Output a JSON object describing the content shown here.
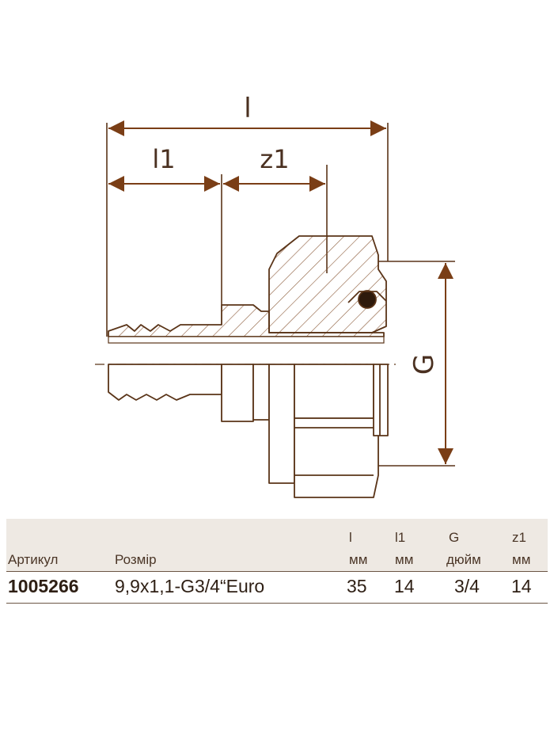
{
  "dimension_labels": {
    "l": "l",
    "l1": "l1",
    "z1": "z1",
    "G": "G"
  },
  "colors": {
    "outline": "#5a3418",
    "arrow": "#7a3e16",
    "hatch": "#8a5a38",
    "table_band": "#eee9e3"
  },
  "table": {
    "headers": {
      "article": "Артикул",
      "size": "Розмір",
      "l": {
        "name": "l",
        "unit": "мм"
      },
      "l1": {
        "name": "l1",
        "unit": "мм"
      },
      "G": {
        "name": "G",
        "unit": "дюйм"
      },
      "z1": {
        "name": "z1",
        "unit": "мм"
      }
    },
    "row": {
      "article": "1005266",
      "size": "9,9x1,1-G3/4“Euro",
      "l": "35",
      "l1": "14",
      "G": "3/4",
      "z1": "14"
    }
  }
}
